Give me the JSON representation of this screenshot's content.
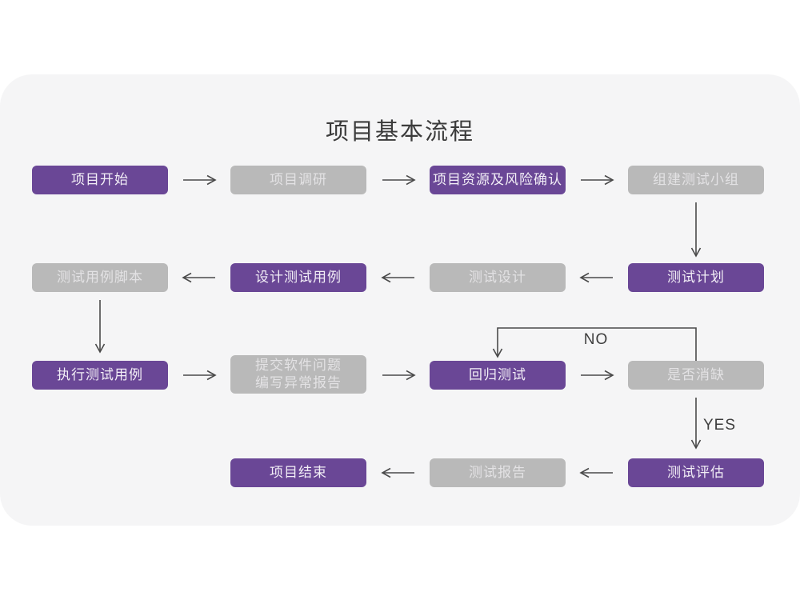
{
  "title": "项目基本流程",
  "colors": {
    "card_background": "#f5f5f6",
    "page_background": "#ffffff",
    "node_purple": "#6a4796",
    "node_gray": "#b9b9b9",
    "node_text_on_purple": "#f2eef6",
    "node_text_on_gray": "#e3e2e4",
    "arrow": "#4a4a4a",
    "title_text": "#3b3b3b"
  },
  "nodes": {
    "project_start": {
      "label": "项目开始",
      "variant": "purple"
    },
    "project_research": {
      "label": "项目调研",
      "variant": "gray"
    },
    "resource_risk": {
      "label": "项目资源及风险确认",
      "variant": "purple"
    },
    "build_test_team": {
      "label": "组建测试小组",
      "variant": "gray"
    },
    "test_plan": {
      "label": "测试计划",
      "variant": "purple"
    },
    "test_design": {
      "label": "测试设计",
      "variant": "gray"
    },
    "design_test_cases": {
      "label": "设计测试用例",
      "variant": "purple"
    },
    "test_case_script": {
      "label": "测试用例脚本",
      "variant": "gray"
    },
    "execute_test_cases": {
      "label": "执行测试用例",
      "variant": "purple"
    },
    "submit_issues": {
      "label_line1": "提交软件问题",
      "label_line2": "编写异常报告",
      "variant": "gray"
    },
    "regression_test": {
      "label": "回归测试",
      "variant": "purple"
    },
    "defect_cleared": {
      "label": "是否消缺",
      "variant": "gray"
    },
    "test_evaluation": {
      "label": "测试评估",
      "variant": "purple"
    },
    "test_report": {
      "label": "测试报告",
      "variant": "gray"
    },
    "project_end": {
      "label": "项目结束",
      "variant": "purple"
    }
  },
  "edges": [
    {
      "from": "project_start",
      "to": "project_research"
    },
    {
      "from": "project_research",
      "to": "resource_risk"
    },
    {
      "from": "resource_risk",
      "to": "build_test_team"
    },
    {
      "from": "build_test_team",
      "to": "test_plan"
    },
    {
      "from": "test_plan",
      "to": "test_design"
    },
    {
      "from": "test_design",
      "to": "design_test_cases"
    },
    {
      "from": "design_test_cases",
      "to": "test_case_script"
    },
    {
      "from": "test_case_script",
      "to": "execute_test_cases"
    },
    {
      "from": "execute_test_cases",
      "to": "submit_issues"
    },
    {
      "from": "submit_issues",
      "to": "regression_test"
    },
    {
      "from": "regression_test",
      "to": "defect_cleared"
    },
    {
      "from": "defect_cleared",
      "to": "regression_test",
      "label": "NO"
    },
    {
      "from": "defect_cleared",
      "to": "test_evaluation",
      "label": "YES"
    },
    {
      "from": "test_evaluation",
      "to": "test_report"
    },
    {
      "from": "test_report",
      "to": "project_end"
    }
  ]
}
